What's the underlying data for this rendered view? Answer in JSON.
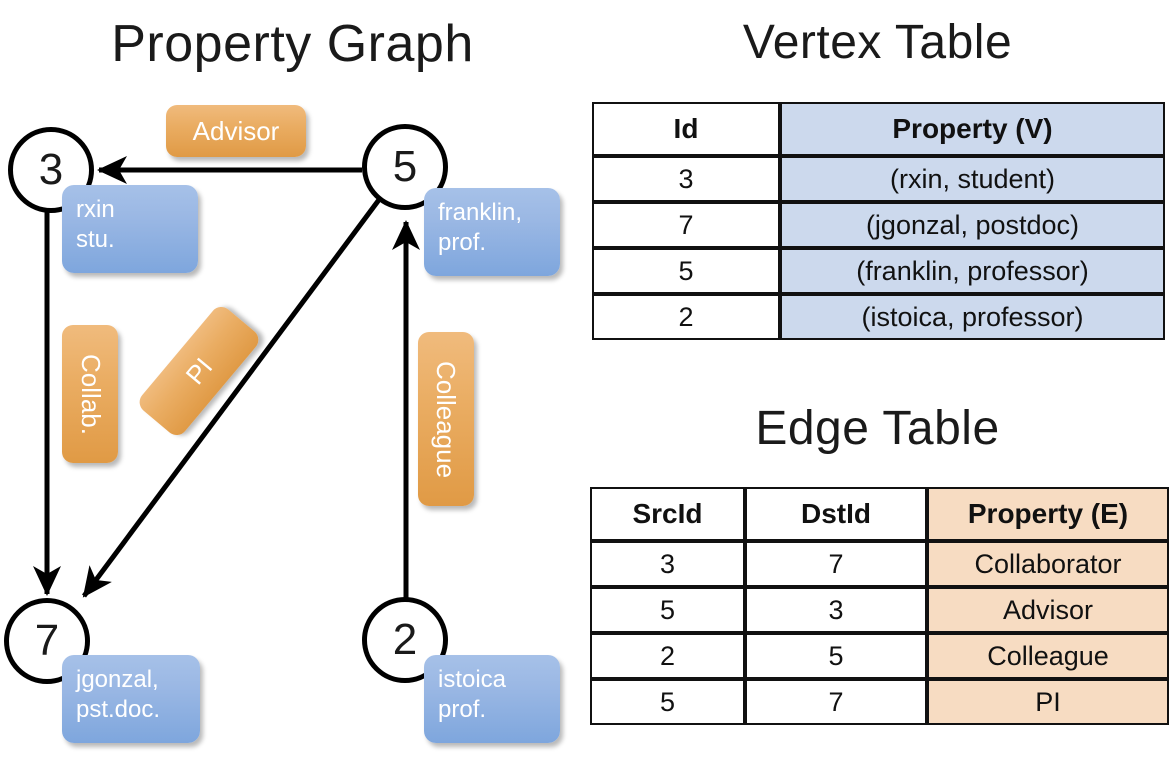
{
  "titles": {
    "property_graph": "Property Graph",
    "vertex_table": "Vertex Table",
    "edge_table": "Edge Table"
  },
  "graph": {
    "nodes": [
      {
        "id": "3",
        "property_label": "rxin\nstu."
      },
      {
        "id": "5",
        "property_label": "franklin,\nprof."
      },
      {
        "id": "7",
        "property_label": "jgonzal,\npst.doc."
      },
      {
        "id": "2",
        "property_label": "istoica\nprof."
      }
    ],
    "node_ids": {
      "n3": "3",
      "n5": "5",
      "n7": "7",
      "n2": "2"
    },
    "property_boxes": {
      "rxin_line1": "rxin",
      "rxin_line2": "stu.",
      "franklin_line1": "franklin,",
      "franklin_line2": "prof.",
      "jgonzal_line1": "jgonzal,",
      "jgonzal_line2": "pst.doc.",
      "istoica_line1": "istoica",
      "istoica_line2": "prof."
    },
    "edge_labels": {
      "advisor": "Advisor",
      "collab": "Collab.",
      "pi": "PI",
      "colleague": "Colleague"
    },
    "edges": [
      {
        "src": "5",
        "dst": "3",
        "label": "Advisor"
      },
      {
        "src": "3",
        "dst": "7",
        "label": "Collab."
      },
      {
        "src": "5",
        "dst": "7",
        "label": "PI"
      },
      {
        "src": "2",
        "dst": "5",
        "label": "Colleague"
      }
    ]
  },
  "colors": {
    "vertex_property_fill": "#ccd9ed",
    "edge_property_fill": "#f7dcc2",
    "node_box_blue": "#7ea6dd",
    "edge_label_orange": "#e09a45",
    "stroke": "#000000"
  },
  "vertex_table": {
    "headers": {
      "id": "Id",
      "property": "Property (V)"
    },
    "rows": [
      {
        "id": "3",
        "property": "(rxin, student)"
      },
      {
        "id": "7",
        "property": "(jgonzal, postdoc)"
      },
      {
        "id": "5",
        "property": "(franklin, professor)"
      },
      {
        "id": "2",
        "property": "(istoica, professor)"
      }
    ]
  },
  "edge_table": {
    "headers": {
      "src": "SrcId",
      "dst": "DstId",
      "property": "Property (E)"
    },
    "rows": [
      {
        "src": "3",
        "dst": "7",
        "property": "Collaborator"
      },
      {
        "src": "5",
        "dst": "3",
        "property": "Advisor"
      },
      {
        "src": "2",
        "dst": "5",
        "property": "Colleague"
      },
      {
        "src": "5",
        "dst": "7",
        "property": "PI"
      }
    ]
  }
}
